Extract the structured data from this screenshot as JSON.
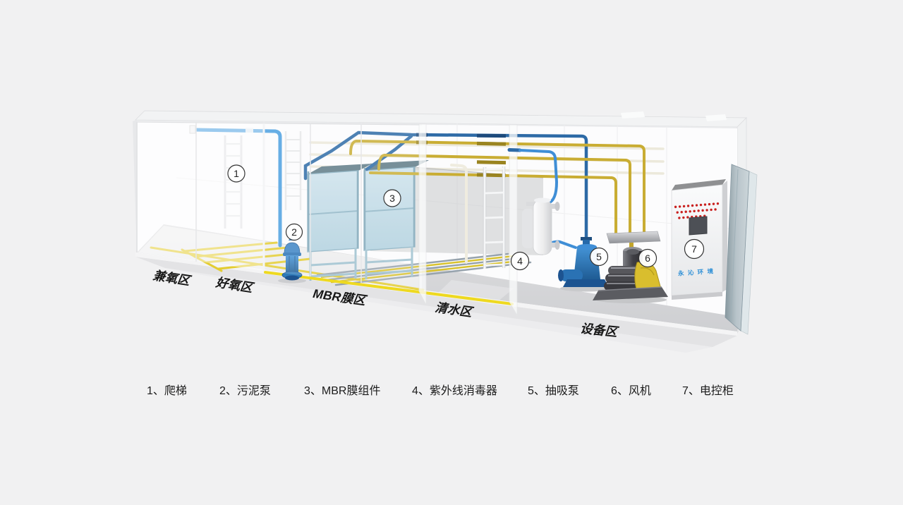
{
  "scene": {
    "zones": [
      {
        "label": "兼氧区"
      },
      {
        "label": "好氧区"
      },
      {
        "label": "MBR膜区"
      },
      {
        "label": "清水区"
      },
      {
        "label": "设备区"
      }
    ],
    "callouts": [
      {
        "number": "1"
      },
      {
        "number": "2"
      },
      {
        "number": "3"
      },
      {
        "number": "4"
      },
      {
        "number": "5"
      },
      {
        "number": "6"
      },
      {
        "number": "7"
      }
    ],
    "cabinet_brand": "永 沁 环 境"
  },
  "legend": {
    "items": [
      {
        "text": "1、爬梯"
      },
      {
        "text": "2、污泥泵"
      },
      {
        "text": "3、MBR膜组件"
      },
      {
        "text": "4、紫外线消毒器"
      },
      {
        "text": "5、抽吸泵"
      },
      {
        "text": "6、风机"
      },
      {
        "text": "7、电控柜"
      }
    ]
  },
  "colors": {
    "background": "#f1f1f2",
    "pipe_blue": "#4a9fe0",
    "pipe_dark_blue": "#2d6aa6",
    "pipe_yellow": "#c9ad33",
    "floor_pipe_yellow": "#eed920",
    "tank_blue": "#c9dfe9",
    "pump_blue": "#2f80c4",
    "blower_yellow": "#d9be2e",
    "led_red": "#c9201e",
    "brand_blue": "#2d8fd6"
  }
}
